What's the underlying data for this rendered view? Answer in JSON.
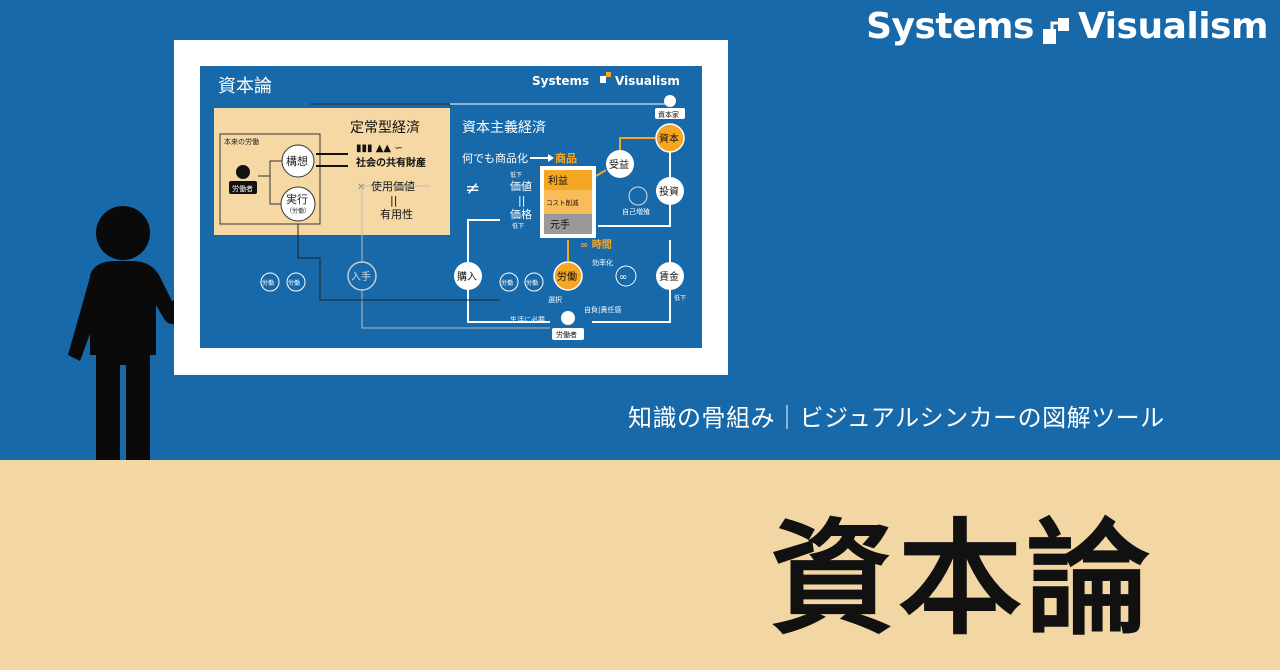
{
  "brand": {
    "name_left": "Systems",
    "name_right": "Visualism"
  },
  "subtitle": "知識の骨組み｜ビジュアルシンカーの図解ツール",
  "title": "資本論",
  "slide": {
    "title": "資本論",
    "brand_left": "Systems",
    "brand_right": "Visualism",
    "steady_state": "定常型経済",
    "commons": "社会の共有財産",
    "use_value": "使用価値",
    "usefulness": "有用性",
    "eq1": "||",
    "original_labor": "本来の労働",
    "concept": "構想",
    "execute": "実行",
    "execute_sub": "（労働）",
    "worker": "労働者",
    "capitalism": "資本主義経済",
    "commodify": "何でも商品化",
    "commodity": "商品",
    "value": "価値",
    "price": "価格",
    "eq2": "||",
    "low1": "低下",
    "low2": "低下",
    "low3": "低下",
    "neq": "≠",
    "profit": "利益",
    "cost_cut": "コスト削減",
    "principal": "元手",
    "time": "∞ 時間",
    "labor": "労働",
    "efficiency": "効率化",
    "infinity": "∞",
    "capitalist": "資本家",
    "capital": "資本",
    "receive": "受益",
    "invest": "投資",
    "self_growth": "自己増殖",
    "wage": "賃金",
    "purchase": "購入",
    "acquire": "入手",
    "labor_small1": "労働",
    "labor_small2": "労働",
    "labor_small3": "労働",
    "labor_small4": "労働",
    "choice": "選択",
    "self_responsibility": "自負|責任感",
    "life_necessity": "生活に必要",
    "worker_bottom": "労働者"
  },
  "colors": {
    "blue": "#1769a9",
    "tan": "#f2d7a5",
    "orange": "#f5a623",
    "box_tan": "#f5d8a4"
  }
}
